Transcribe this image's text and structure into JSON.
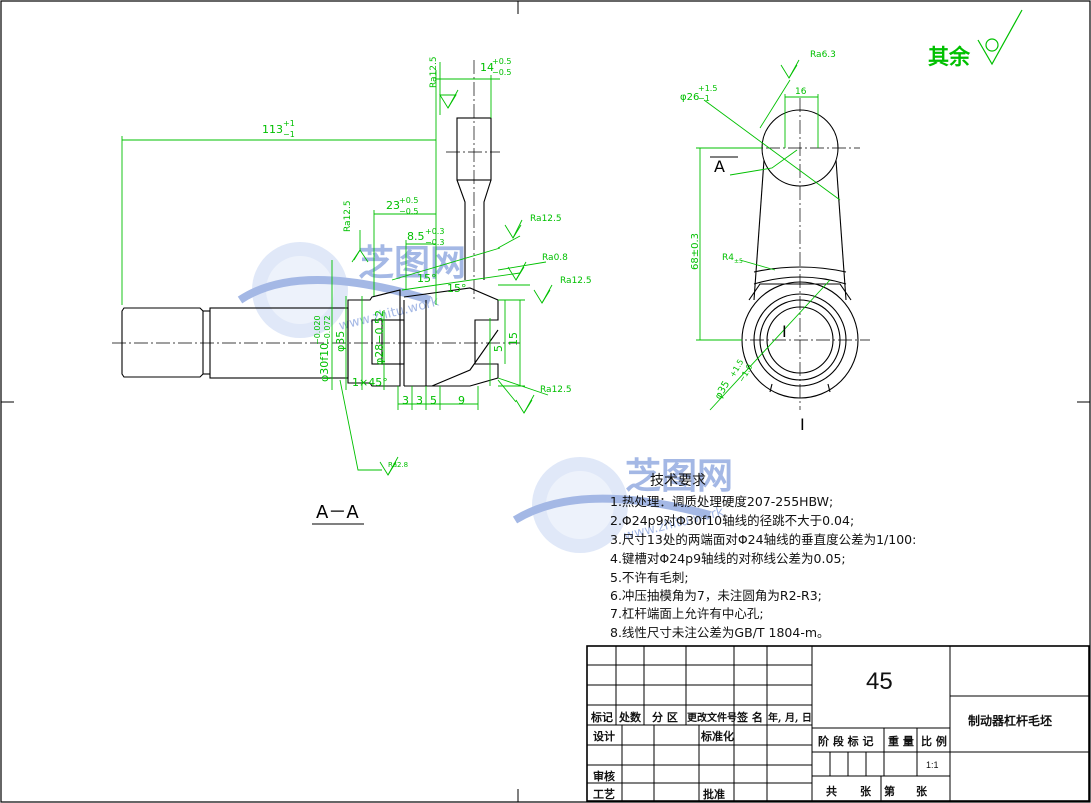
{
  "finish_note": {
    "label": "其余"
  },
  "section_label": "A－A",
  "view_letters": {
    "a": "A",
    "i_top": "I",
    "i_bottom": "I"
  },
  "dimensions": {
    "d113": "113",
    "d113_tol_up": "+1",
    "d113_tol_dn": "−1",
    "d14": "14",
    "d14_tol_up": "+0.5",
    "d14_tol_dn": "−0.5",
    "d23": "23",
    "d23_tol_up": "+0.5",
    "d23_tol_dn": "−0.5",
    "d85": "8.5",
    "d85_tol_up": "+0.3",
    "d85_tol_dn": "−0.3",
    "phi30": "φ30f10",
    "phi30_tol_up": "−0.020",
    "phi30_tol_dn": "−0.072",
    "phi35": "φ35",
    "phi28": "φ28−0.52",
    "chamfer": "1×45°",
    "angle1": "15°",
    "angle2": "15°",
    "d3a": "3",
    "d3b": "3",
    "d5a": "5",
    "d9": "9",
    "d5b": "5",
    "d15": "15",
    "phi26": "φ26",
    "phi26_tol_up": "+1.5",
    "phi26_tol_dn": "−1",
    "d16": "16",
    "d68": "68±0.3",
    "r": "R4",
    "r_sub": "±5",
    "phi35r": "φ35",
    "phi35r_tol_up": "+1.5",
    "phi35r_tol_dn": "−1.0"
  },
  "roughness": {
    "ra125_a": "Ra12.5",
    "ra125_b": "Ra12.5",
    "ra125_c": "Ra12.5",
    "ra08": "Ra0.8",
    "ra125_d": "Ra12.5",
    "ra125_e": "Ra12.5",
    "ra28": "Ra2.8",
    "ra63": "Ra6.3"
  },
  "requirements": {
    "title": "技术要求",
    "items": [
      "1.热处理：调质处理硬度207-255HBW;",
      "2.Φ24p9对Φ30f10轴线的径跳不大于0.04;",
      "3.尺寸13处的两端面对Φ24轴线的垂直度公差为1/100:",
      "4.键槽对Φ24p9轴线的对称线公差为0.05;",
      "5.不许有毛刺;",
      "6.冲压抽模角为7，未注圆角为R2-R3;",
      "7.杠杆端面上允许有中心孔;",
      "8.线性尺寸未注公差为GB/T 1804-m。"
    ]
  },
  "title_block": {
    "material": "45",
    "part_name": "制动器杠杆毛坯",
    "scale": "1:1",
    "headers": [
      "标记",
      "处数",
      "分 区",
      "更改文件号",
      "签 名",
      "年, 月, 日"
    ],
    "design": "设计",
    "standard": "标准化",
    "review": "审核",
    "process": "工艺",
    "approve": "批准",
    "stage": "阶 段 标 记",
    "weight": "重 量",
    "ratio": "比 例",
    "total": "共",
    "sheet": "张",
    "page": "第",
    "sheet2": "张"
  },
  "watermark": {
    "brand": "芝图网",
    "url": "www.zhitu.work"
  },
  "colors": {
    "line": "#000000",
    "dim": "#00c000",
    "watermark": "#5b7fd1"
  }
}
